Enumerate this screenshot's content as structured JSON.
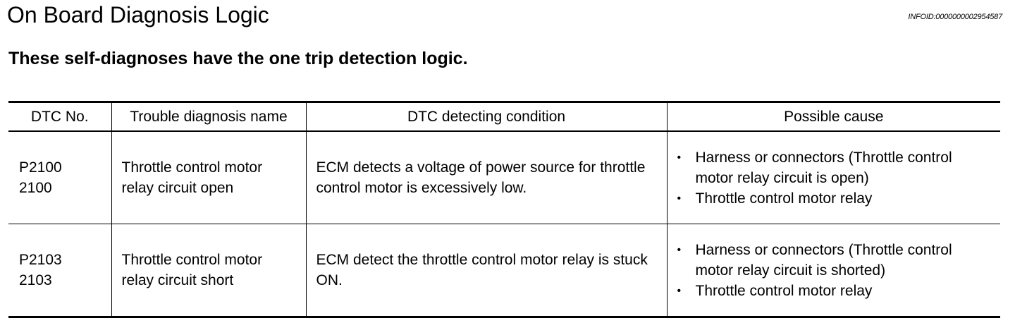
{
  "header": {
    "title": "On Board Diagnosis Logic",
    "info_id": "INFOID:0000000002954587",
    "subtitle": "These self-diagnoses have the one trip detection logic."
  },
  "table": {
    "columns": [
      "DTC No.",
      "Trouble diagnosis name",
      "DTC detecting condition",
      "Possible cause"
    ],
    "rows": [
      {
        "dtc_primary": "P2100",
        "dtc_secondary": "2100",
        "name": "Throttle control motor relay circuit open",
        "condition": "ECM detects a voltage of power source for throttle control motor is excessively low.",
        "causes": [
          "Harness or connectors (Throttle control motor relay circuit is open)",
          "Throttle control motor relay"
        ]
      },
      {
        "dtc_primary": "P2103",
        "dtc_secondary": "2103",
        "name": "Throttle control motor relay circuit short",
        "condition": "ECM detect the throttle control motor relay is stuck ON.",
        "causes": [
          "Harness or connectors (Throttle control motor relay circuit is shorted)",
          "Throttle control motor relay"
        ]
      }
    ]
  }
}
